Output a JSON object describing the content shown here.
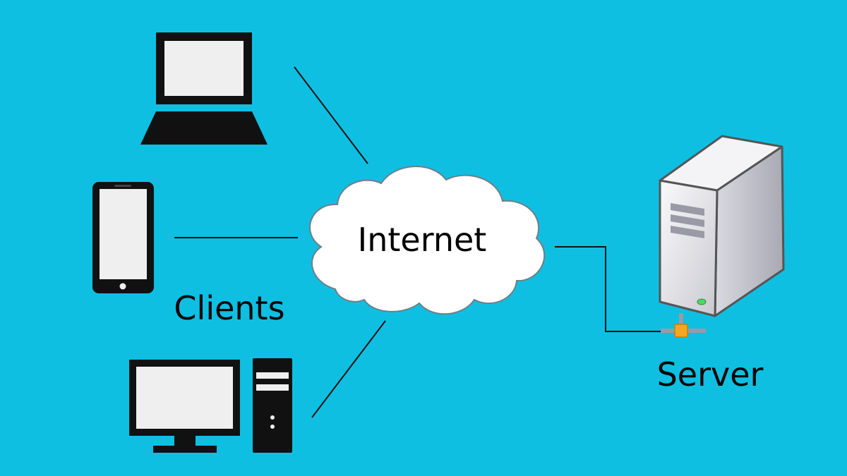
{
  "diagram": {
    "cloud_label": "Internet",
    "clients_label": "Clients",
    "server_label": "Server"
  },
  "colors": {
    "background": "#0fbfe2",
    "device": "#111111",
    "screen": "#efefef",
    "cloud_fill": "#ffffff",
    "cloud_stroke": "#6d7f86",
    "connector": "#f5a623",
    "server_body": "#e8e8ec",
    "server_led": "#4cd964"
  },
  "icons": [
    "laptop-icon",
    "smartphone-icon",
    "desktop-computer-icon",
    "cloud-icon",
    "server-icon",
    "network-connector-icon"
  ]
}
